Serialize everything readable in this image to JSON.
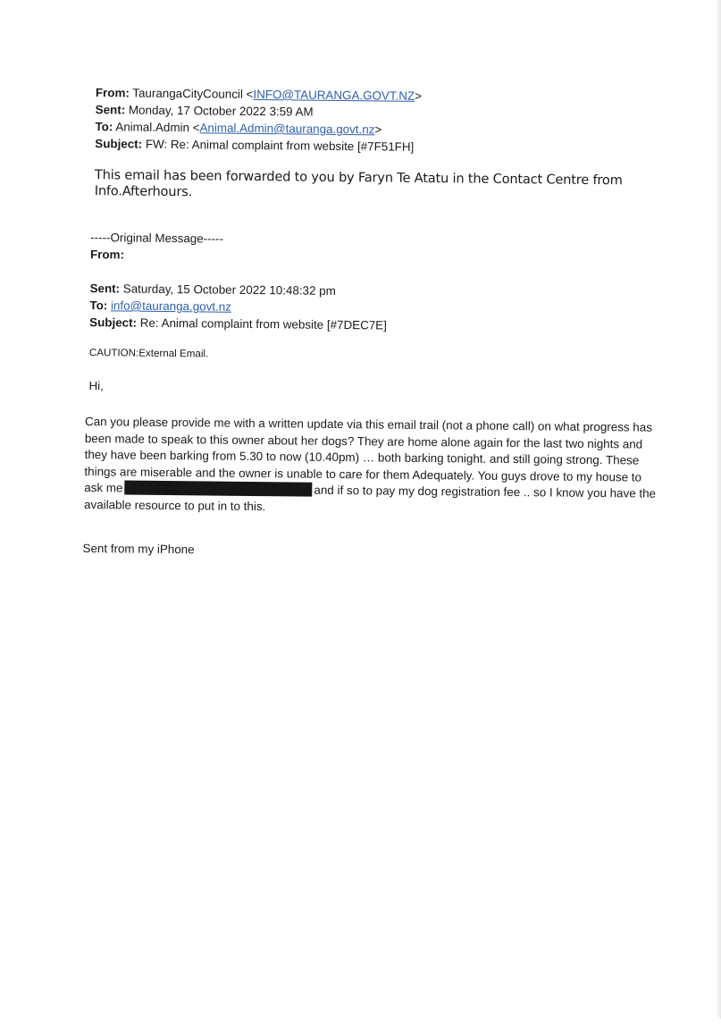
{
  "header": {
    "from_label": "From:",
    "from_name": "TaurangaCityCouncil <",
    "from_email": "INFO@TAURANGA.GOVT.NZ",
    "from_close": ">",
    "sent_label": "Sent:",
    "sent_value": "Monday, 17 October 2022 3:59 AM",
    "to_label": "To:",
    "to_name": "Animal.Admin <",
    "to_email": "Animal.Admin@tauranga.govt.nz",
    "to_close": ">",
    "subject_label": "Subject:",
    "subject_value": "FW: Re: Animal complaint from website [#7F51FH]"
  },
  "forward_note": "This email has been forwarded to you by Faryn Te Atatu in the Contact Centre from Info.Afterhours.",
  "original": {
    "divider": "-----Original Message-----",
    "from_label": "From:",
    "sent_label": "Sent:",
    "sent_value": "Saturday, 15 October 2022 10:48:32 pm",
    "to_label": "To:",
    "to_email": "info@tauranga.govt.nz",
    "subject_label": "Subject:",
    "subject_value": "Re: Animal complaint from website [#7DEC7E]"
  },
  "caution": "CAUTION:External Email.",
  "greeting": "Hi,",
  "message": {
    "part1": "Can you please provide me with a written update via this email trail (not a phone call) on what progress has been made to speak to this owner about her dogs? They are home alone again for the last two nights and they have been barking from 5.30 to now (10.40pm) … both barking tonight. and still going strong. These things are miserable and the owner is unable to care for them Adequately. You guys drove to my house to ask me",
    "part2": "and if so to pay my dog registration fee .. so I know you have the available resource to put in to this."
  },
  "signature": "Sent from my iPhone"
}
